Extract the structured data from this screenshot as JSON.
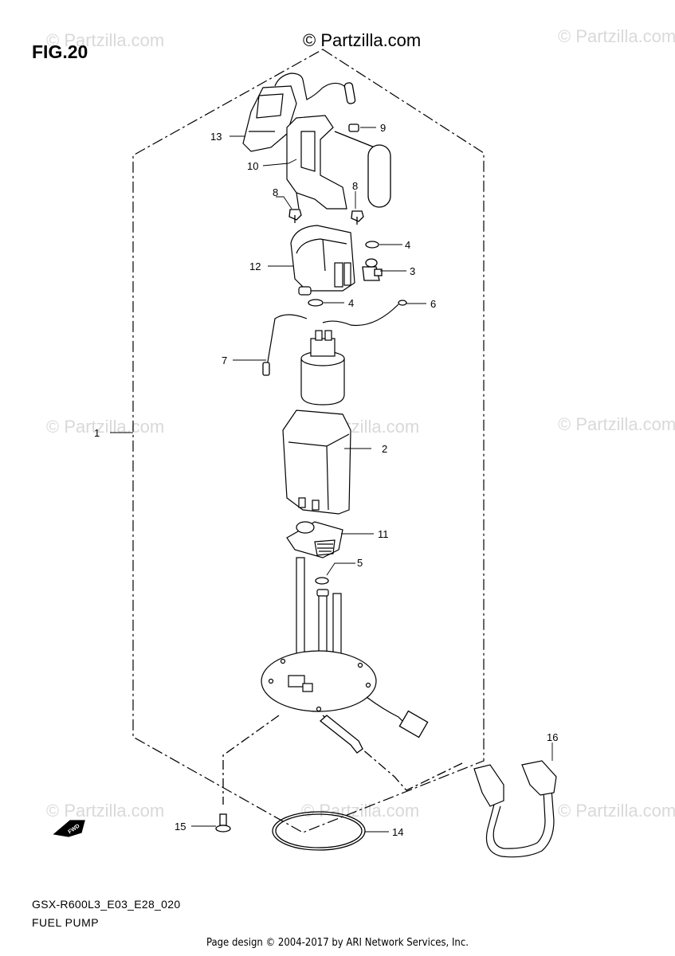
{
  "figure_label": "FIG.20",
  "copyright_top": "© Partzilla.com",
  "watermark_text": "© Partzilla.com",
  "part_code": "GSX-R600L3_E03_E28_020",
  "caption": "FUEL PUMP",
  "footer": "Page design © 2004-2017 by ARI Network Services, Inc.",
  "fwd_label": "FWD",
  "callouts": {
    "c1": "1",
    "c2": "2",
    "c3": "3",
    "c4a": "4",
    "c4b": "4",
    "c5": "5",
    "c6": "6",
    "c7": "7",
    "c8a": "8",
    "c8b": "8",
    "c9": "9",
    "c10": "10",
    "c11": "11",
    "c12": "12",
    "c13": "13",
    "c14": "14",
    "c15": "15",
    "c16": "16"
  }
}
